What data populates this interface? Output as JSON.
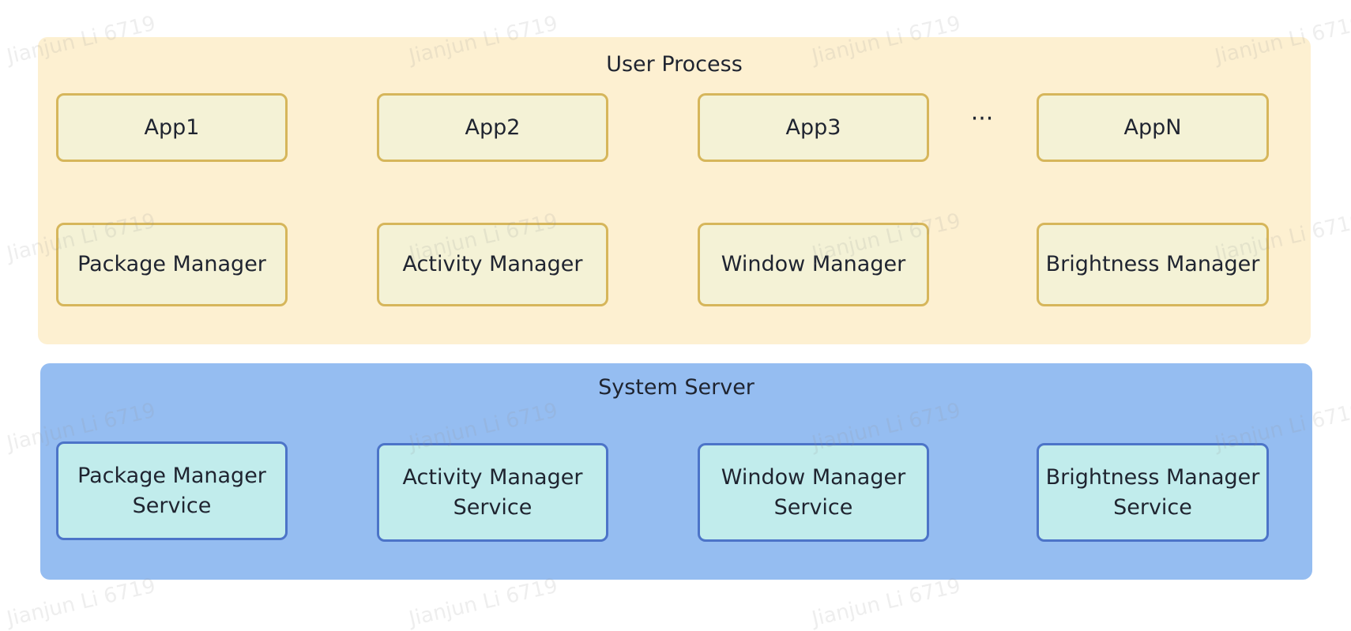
{
  "watermark_text": "Jianjun Li 6719",
  "colors": {
    "user_panel_fill": "#fdf0d1",
    "system_panel_fill": "#95bdf1",
    "user_box_fill": "#f4f2d6",
    "user_box_border": "#d6b65b",
    "system_box_fill": "#c1ecec",
    "system_box_border": "#4c74c8"
  },
  "user_process": {
    "title": "User Process",
    "apps": [
      "App1",
      "App2",
      "App3",
      "AppN"
    ],
    "ellipsis": "···",
    "managers": [
      "Package Manager",
      "Activity Manager",
      "Window Manager",
      "Brightness Manager"
    ]
  },
  "system_server": {
    "title": "System Server",
    "services": [
      "Package Manager Service",
      "Activity Manager Service",
      "Window Manager Service",
      "Brightness Manager Service"
    ]
  }
}
